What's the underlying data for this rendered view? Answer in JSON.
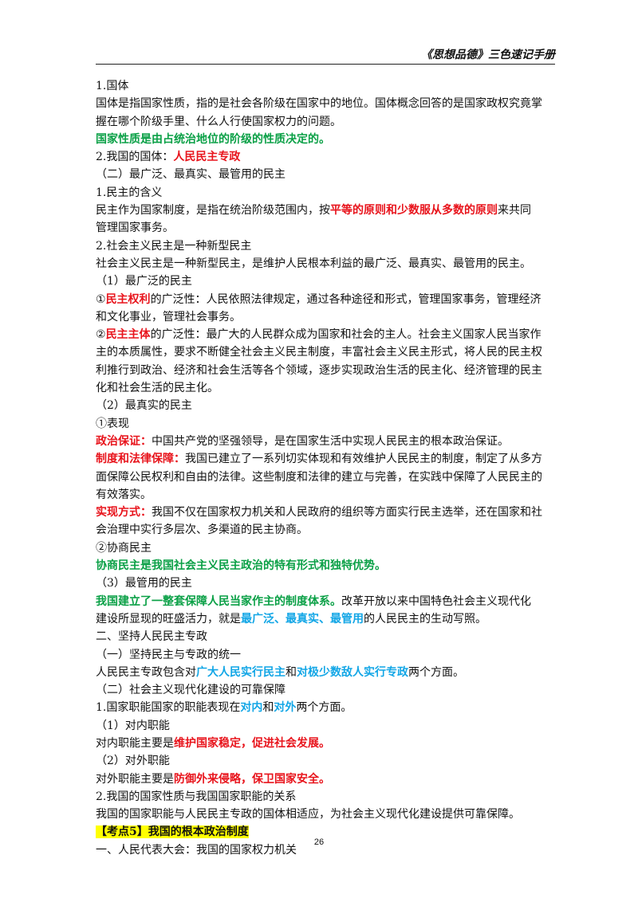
{
  "header": {
    "title": "《思想品德》三色速记手册"
  },
  "page_number": "26",
  "lines": [
    [
      {
        "t": "1.国体"
      }
    ],
    [
      {
        "t": "国体是指国家性质，指的是社会各阶级在国家中的地位。国体概念回答的是国家政权究竟掌"
      }
    ],
    [
      {
        "t": "握在哪个阶级手里、什么人行使国家权力的问题。"
      }
    ],
    [
      {
        "t": "国家性质是由占统治地位的阶级的性质决定的。",
        "s": "green"
      }
    ],
    [
      {
        "t": "2.我国的国体："
      },
      {
        "t": "人民民主专政",
        "s": "red"
      }
    ],
    [
      {
        "t": "（二）最广泛、最真实、最管用的民主"
      }
    ],
    [
      {
        "t": "1.民主的含义"
      }
    ],
    [
      {
        "t": "民主作为国家制度，是指在统治阶级范围内，按"
      },
      {
        "t": "平等的原则和少数服从多数的原则",
        "s": "red"
      },
      {
        "t": "来共同"
      }
    ],
    [
      {
        "t": "管理国家事务。"
      }
    ],
    [
      {
        "t": "2.社会主义民主是一种新型民主"
      }
    ],
    [
      {
        "t": "社会主义民主是一种新型民主，是维护人民根本利益的最广泛、最真实、最管用的民主。"
      }
    ],
    [
      {
        "t": "（1）最广泛的民主"
      }
    ],
    [
      {
        "t": "①"
      },
      {
        "t": "民主权利",
        "s": "red"
      },
      {
        "t": "的广泛性：人民依照法律规定，通过各种途径和形式，管理国家事务，管理经济"
      }
    ],
    [
      {
        "t": "和文化事业，管理社会事务。"
      }
    ],
    [
      {
        "t": "②"
      },
      {
        "t": "民主主体",
        "s": "red"
      },
      {
        "t": "的广泛性：最广大的人民群众成为国家和社会的主人。社会主义国家人民当家作"
      }
    ],
    [
      {
        "t": "主的本质属性，要求不断健全社会主义民主制度，丰富社会主义民主形式，将人民的民主权"
      }
    ],
    [
      {
        "t": "利推行到政治、经济和社会生活等各个领域，逐步实现政治生活的民主化、经济管理的民主"
      }
    ],
    [
      {
        "t": "化和社会生活的民主化。"
      }
    ],
    [
      {
        "t": "（2）最真实的民主"
      }
    ],
    [
      {
        "t": "①表现"
      }
    ],
    [
      {
        "t": "政治保证：",
        "s": "red"
      },
      {
        "t": "中国共产党的坚强领导，是在国家生活中实现人民民主的根本政治保证。"
      }
    ],
    [
      {
        "t": "制度和法律保障：",
        "s": "red"
      },
      {
        "t": "我国已建立了一系列切实体现和有效维护人民民主的制度，制定了从多方"
      }
    ],
    [
      {
        "t": "面保障公民权利和自由的法律。这些制度和法律的建立与完善，在实践中保障了人民民主的"
      }
    ],
    [
      {
        "t": "有效落实。"
      }
    ],
    [
      {
        "t": "实现方式：",
        "s": "red"
      },
      {
        "t": "我国不仅在国家权力机关和人民政府的组织等方面实行民主选举，还在国家和社"
      }
    ],
    [
      {
        "t": "会治理中实行多层次、多渠道的民主协商。"
      }
    ],
    [
      {
        "t": "②协商民主"
      }
    ],
    [
      {
        "t": "协商民主是我国社会主义民主政治的特有形式和独特优势。",
        "s": "green"
      }
    ],
    [
      {
        "t": "（3）最管用的民主"
      }
    ],
    [
      {
        "t": "我国建立了一整套保障人民当家作主的制度体系。",
        "s": "green"
      },
      {
        "t": "改革开放以来中国特色社会主义现代化"
      }
    ],
    [
      {
        "t": "建设所显现的旺盛活力，就是"
      },
      {
        "t": "最广泛、最真实、最管用",
        "s": "blue"
      },
      {
        "t": "的人民民主的生动写照。"
      }
    ],
    [
      {
        "t": "二、坚持人民民主专政"
      }
    ],
    [
      {
        "t": "（一）坚持民主与专政的统一"
      }
    ],
    [
      {
        "t": "人民民主专政包含对"
      },
      {
        "t": "广大人民实行民主",
        "s": "blue"
      },
      {
        "t": "和"
      },
      {
        "t": "对极少数敌人实行专政",
        "s": "blue"
      },
      {
        "t": "两个方面。"
      }
    ],
    [
      {
        "t": "（二）社会主义现代化建设的可靠保障"
      }
    ],
    [
      {
        "t": "1.国家职能国家的职能表现在"
      },
      {
        "t": "对内",
        "s": "blue"
      },
      {
        "t": "和"
      },
      {
        "t": "对外",
        "s": "blue"
      },
      {
        "t": "两个方面。"
      }
    ],
    [
      {
        "t": "（1）对内职能"
      }
    ],
    [
      {
        "t": "对内职能主要是"
      },
      {
        "t": "维护国家稳定，促进社会发展。",
        "s": "red"
      }
    ],
    [
      {
        "t": "（2）对外职能"
      }
    ],
    [
      {
        "t": "对外职能主要是"
      },
      {
        "t": "防御外来侵略，保卫国家安全。",
        "s": "red"
      }
    ],
    [
      {
        "t": "2.我国的国家性质与我国国家职能的关系"
      }
    ],
    [
      {
        "t": "我国的国家职能与人民民主专政的国体相适应，为社会主义现代化建设提供可靠保障。"
      }
    ],
    [
      {
        "t": "【考点5】我国的根本政治制度",
        "s": "hl"
      }
    ],
    [
      {
        "t": "一、人民代表大会：我国的国家权力机关"
      }
    ]
  ]
}
